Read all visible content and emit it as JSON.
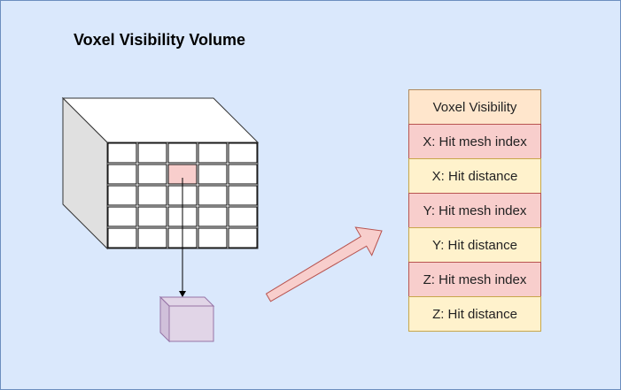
{
  "title": "Voxel Visibility Volume",
  "colors": {
    "background": "#dae8fc",
    "grid_highlight": "#f8cecc",
    "voxel": "#e1d5e7",
    "arrow": "#f8cecc",
    "header_fill": "#ffe6cc",
    "mesh_fill": "#f8cecc",
    "dist_fill": "#fff2cc"
  },
  "grid": {
    "rows": 5,
    "cols": 5,
    "highlight_row": 1,
    "highlight_col": 2
  },
  "icons": {
    "volume": "voxel-grid-cube",
    "voxel": "single-voxel-cube",
    "arrow": "block-arrow-up-right"
  },
  "stack": {
    "header": "Voxel Visibility",
    "rows": [
      {
        "label": "X: Hit mesh index",
        "kind": "mesh"
      },
      {
        "label": "X: Hit distance",
        "kind": "dist"
      },
      {
        "label": "Y: Hit mesh index",
        "kind": "mesh"
      },
      {
        "label": "Y: Hit distance",
        "kind": "dist"
      },
      {
        "label": "Z: Hit mesh index",
        "kind": "mesh"
      },
      {
        "label": "Z: Hit distance",
        "kind": "dist"
      }
    ]
  }
}
